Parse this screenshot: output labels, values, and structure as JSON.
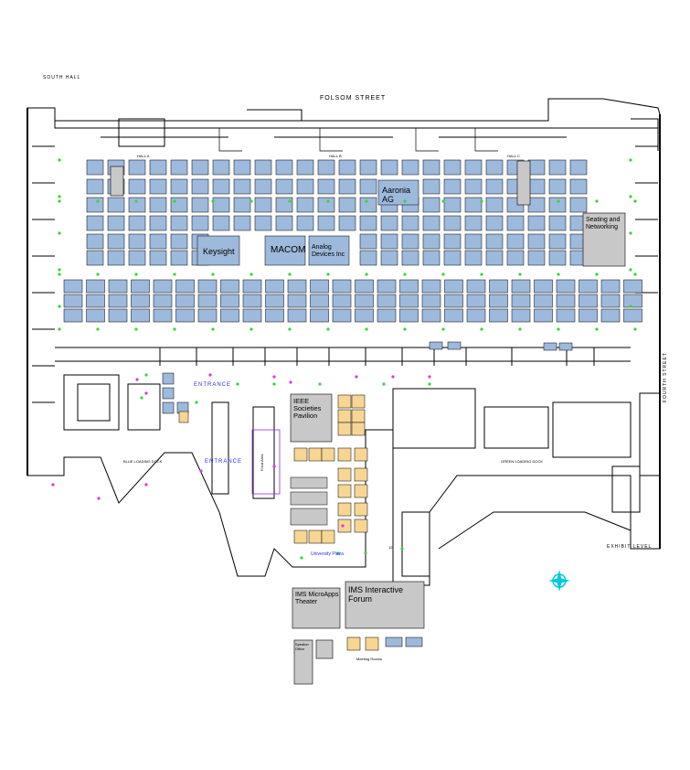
{
  "map": {
    "streets": {
      "south_hall": "SOUTH HALL",
      "folsom": "FOLSOM STREET",
      "fourth": "FOURTH STREET",
      "exhibit_level": "EXHIBIT LEVEL"
    },
    "halls": {
      "a": "HALL A",
      "b": "HALL B",
      "c": "HALL C"
    },
    "entrance": "ENTRANCE",
    "docks": {
      "blue": "BLUE LOADING DOCK",
      "green": "GREEN LOADING DOCK"
    },
    "booths": {
      "aaronia": "Aaronia AG",
      "keysight": "Keysight",
      "macom": "MACOM",
      "analog_devices": "Analog Devices Inc",
      "seating": "Seating and Networking",
      "ieee": "IEEE Societies Pavilion"
    },
    "rooms": {
      "microapps": "IMS MicroApps Theater",
      "interactive": "IMS Interactive Forum",
      "meeting_rooms": "Meeting Rooms",
      "speaker_office": "Speaker Office",
      "food_area": "Food Area",
      "university_plaza": "University Plaza",
      "section_12": "12"
    },
    "colors": {
      "booth_blue": "#9db9dc",
      "booth_orange": "#f7d593",
      "feature_gray": "#c8c8c8",
      "wall": "#000000",
      "column_green": "#3ad43a",
      "marker_magenta": "#d63bd6",
      "compass_cyan": "#00c8e0"
    },
    "icons": {
      "compass": "compass-rose-icon"
    }
  }
}
